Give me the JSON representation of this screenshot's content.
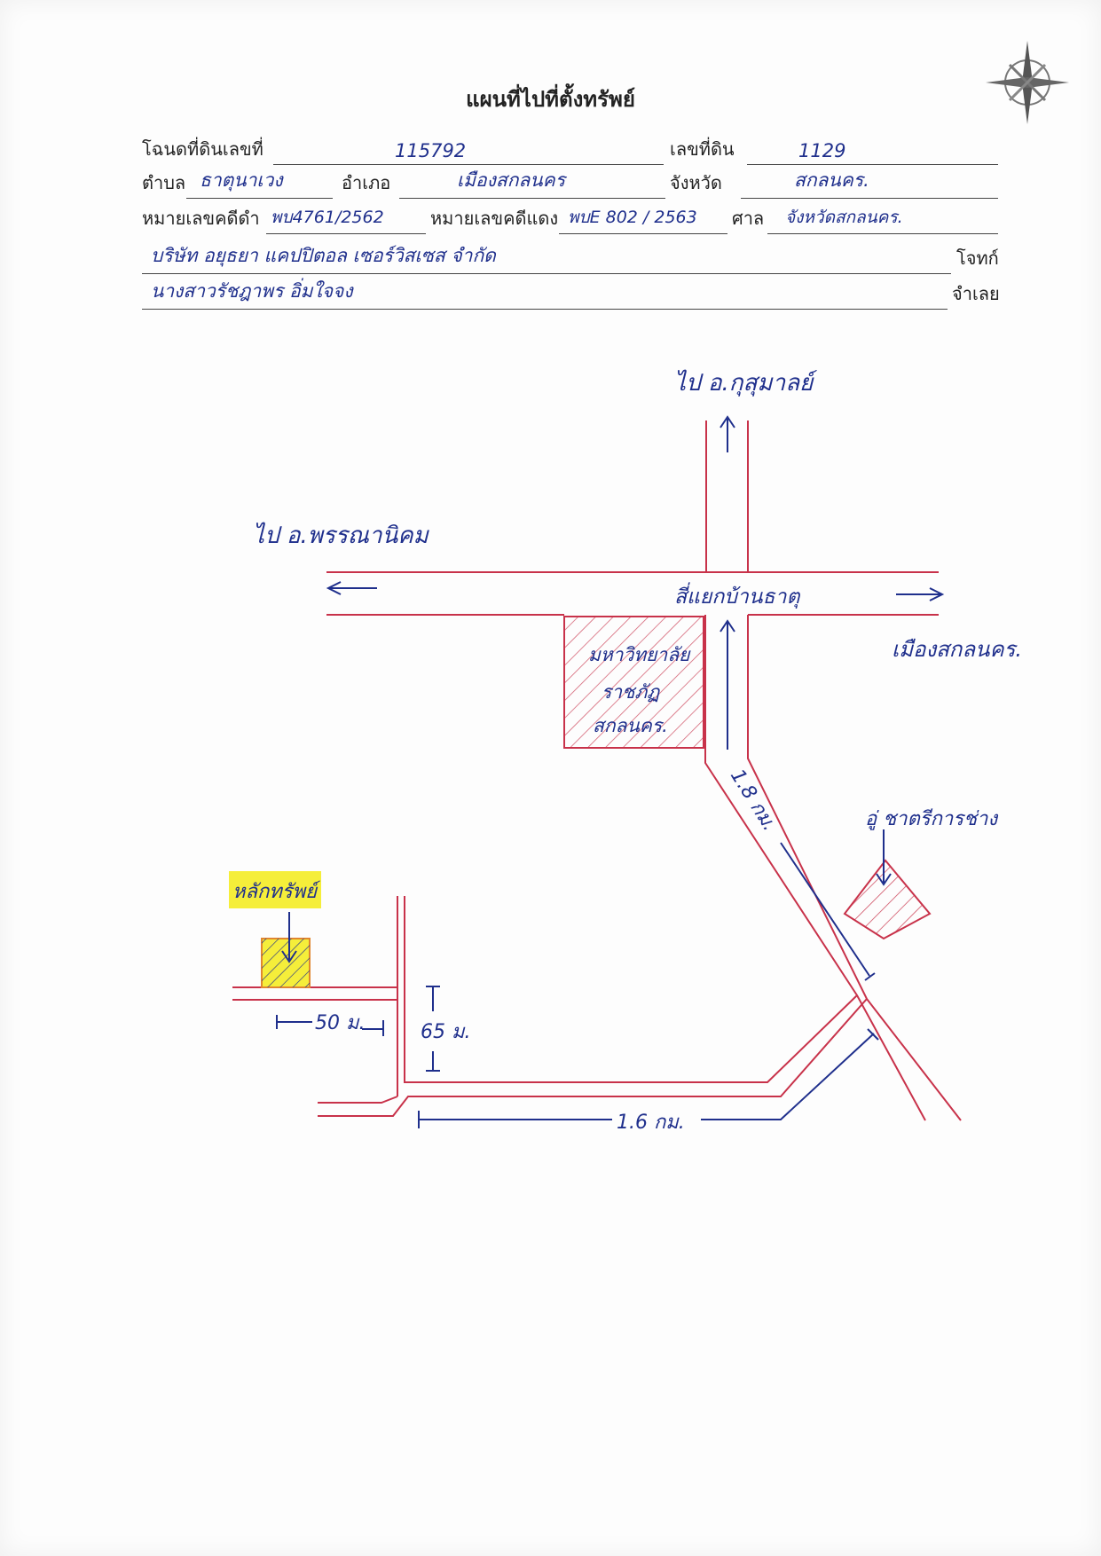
{
  "title": "แผนที่ไปที่ตั้งทรัพย์",
  "deed": {
    "label": "โฉนดที่ดินเลขที่",
    "value": "115792",
    "land_no_label": "เลขที่ดิน",
    "land_no_value": "1129"
  },
  "location": {
    "subdistrict_label": "ตำบล",
    "subdistrict_value": "ธาตุนาเวง",
    "district_label": "อำเภอ",
    "district_value": "เมืองสกลนคร",
    "province_label": "จังหวัด",
    "province_value": "สกลนคร."
  },
  "case": {
    "black_label": "หมายเลขคดีดำ",
    "black_value": "พบ4761/2562",
    "red_label": "หมายเลขคดีแดง",
    "red_value": "พบE 802 / 2563",
    "court_label": "ศาล",
    "court_value": "จังหวัดสกลนคร."
  },
  "plaintiff": {
    "value": "บริษัท อยุธยา แคปปิตอล เซอร์วิสเซส จำกัด",
    "label": "โจทก์"
  },
  "defendant": {
    "value": "นางสาวรัชฎาพร อิ่มใจจง",
    "label": "จำเลย"
  },
  "map": {
    "to_north": "ไป อ.กุสุมาลย์",
    "to_west": "ไป อ.พรรณานิคม",
    "to_east": "เมืองสกลนคร.",
    "junction": "สี่แยกบ้านธาตุ",
    "university": [
      "มหาวิทยาลัย",
      "ราชภัฏ",
      "สกลนคร."
    ],
    "shop": "อู่ ชาตรีการช่าง",
    "property": "หลักทรัพย์",
    "dist_diag": "1.8 กม.",
    "dist_road": "1.6 กม.",
    "dist_side": "65 ม.",
    "dist_west": "50 ม."
  },
  "colors": {
    "road": "#c8324a",
    "ink": "#1f2f8c",
    "highlight": "#f5ee3a",
    "property_box": "#e0862f"
  }
}
